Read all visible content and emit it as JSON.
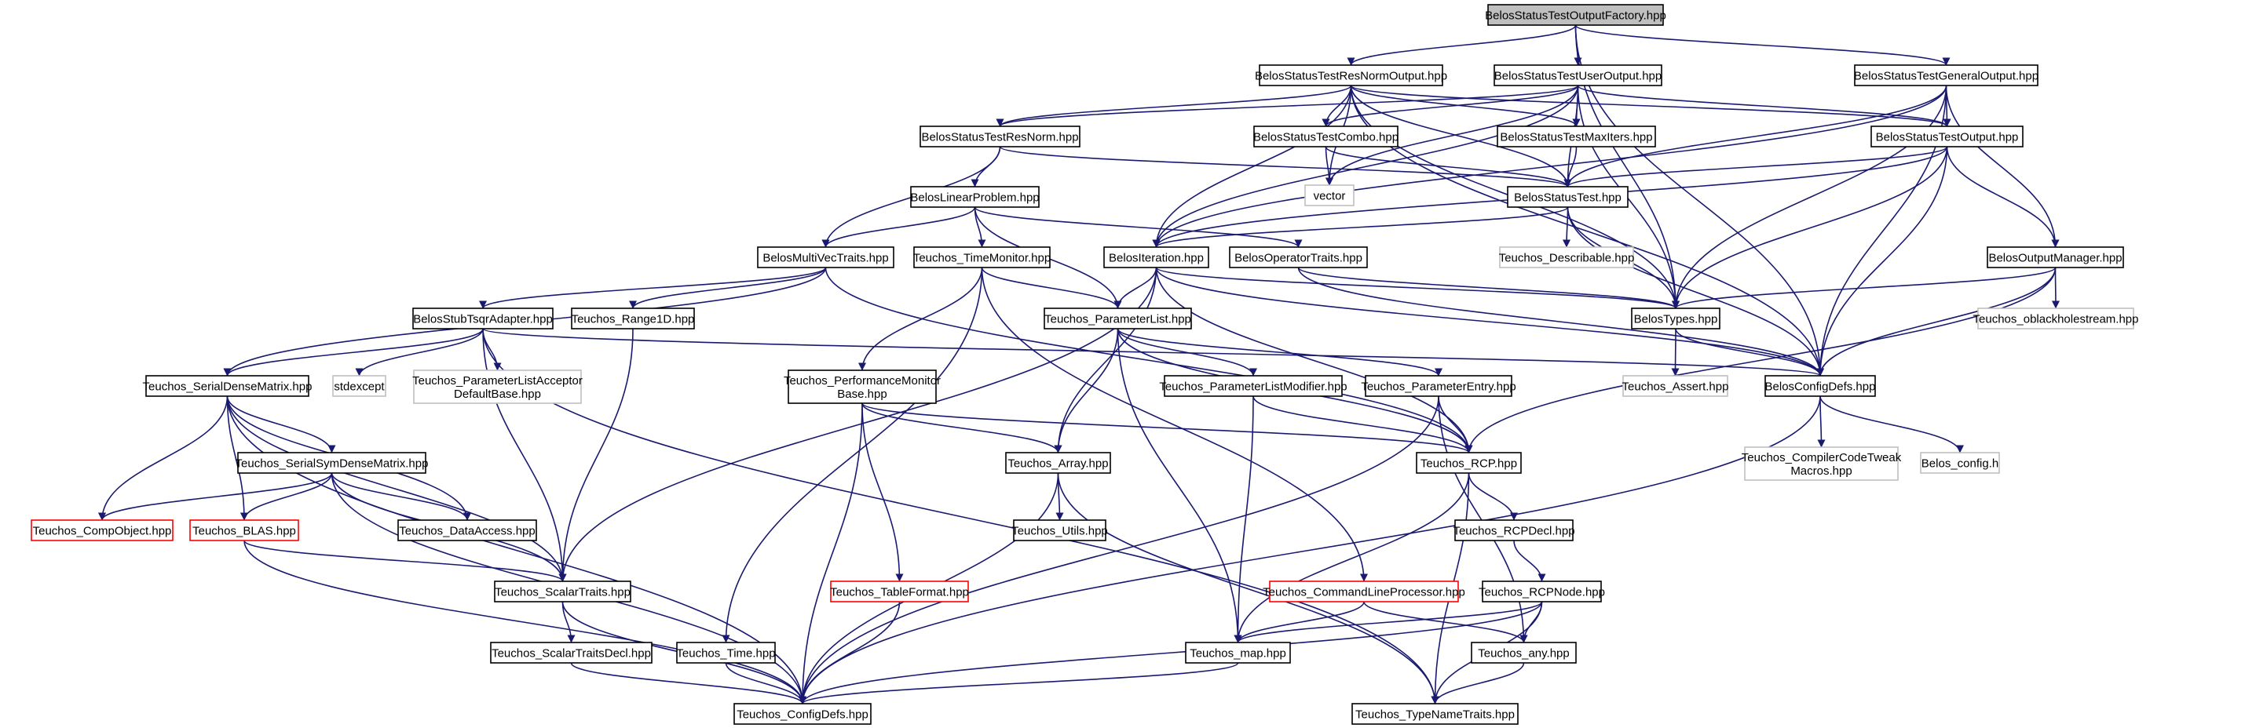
{
  "graph": {
    "colors": {
      "edge": "#191970",
      "root_fill": "#bfbfbf",
      "node_fill": "#ffffff",
      "external_border": "#bfbfbf",
      "incomplete_border": "#ff0000"
    },
    "nodes": [
      {
        "id": "root",
        "lines": [
          "BelosStatusTestOutputFactory.hpp"
        ],
        "style": "root"
      },
      {
        "id": "resnormout",
        "lines": [
          "BelosStatusTestResNormOutput.hpp"
        ],
        "style": "normal"
      },
      {
        "id": "userout",
        "lines": [
          "BelosStatusTestUserOutput.hpp"
        ],
        "style": "normal"
      },
      {
        "id": "generalout",
        "lines": [
          "BelosStatusTestGeneralOutput.hpp"
        ],
        "style": "normal"
      },
      {
        "id": "resnorm",
        "lines": [
          "BelosStatusTestResNorm.hpp"
        ],
        "style": "normal"
      },
      {
        "id": "combo",
        "lines": [
          "BelosStatusTestCombo.hpp"
        ],
        "style": "normal"
      },
      {
        "id": "maxiters",
        "lines": [
          "BelosStatusTestMaxIters.hpp"
        ],
        "style": "normal"
      },
      {
        "id": "stoutput",
        "lines": [
          "BelosStatusTestOutput.hpp"
        ],
        "style": "normal"
      },
      {
        "id": "vector",
        "lines": [
          "vector"
        ],
        "style": "external"
      },
      {
        "id": "linprob",
        "lines": [
          "BelosLinearProblem.hpp"
        ],
        "style": "normal"
      },
      {
        "id": "sttest",
        "lines": [
          "BelosStatusTest.hpp"
        ],
        "style": "normal"
      },
      {
        "id": "mvtraits",
        "lines": [
          "BelosMultiVecTraits.hpp"
        ],
        "style": "normal"
      },
      {
        "id": "timemon",
        "lines": [
          "Teuchos_TimeMonitor.hpp"
        ],
        "style": "normal"
      },
      {
        "id": "iteration",
        "lines": [
          "BelosIteration.hpp"
        ],
        "style": "normal"
      },
      {
        "id": "optraits",
        "lines": [
          "BelosOperatorTraits.hpp"
        ],
        "style": "normal"
      },
      {
        "id": "describable",
        "lines": [
          "Teuchos_Describable.hpp"
        ],
        "style": "external"
      },
      {
        "id": "outmgr",
        "lines": [
          "BelosOutputManager.hpp"
        ],
        "style": "normal"
      },
      {
        "id": "tsqr",
        "lines": [
          "BelosStubTsqrAdapter.hpp"
        ],
        "style": "normal"
      },
      {
        "id": "range1d",
        "lines": [
          "Teuchos_Range1D.hpp"
        ],
        "style": "normal"
      },
      {
        "id": "paramlist",
        "lines": [
          "Teuchos_ParameterList.hpp"
        ],
        "style": "normal"
      },
      {
        "id": "types",
        "lines": [
          "BelosTypes.hpp"
        ],
        "style": "normal"
      },
      {
        "id": "oblackhole",
        "lines": [
          "Teuchos_oblackholestream.hpp"
        ],
        "style": "external"
      },
      {
        "id": "serialdense",
        "lines": [
          "Teuchos_SerialDenseMatrix.hpp"
        ],
        "style": "normal"
      },
      {
        "id": "stdexcept",
        "lines": [
          "stdexcept"
        ],
        "style": "external"
      },
      {
        "id": "placcept",
        "lines": [
          "Teuchos_ParameterListAcceptor",
          "DefaultBase.hpp"
        ],
        "style": "external"
      },
      {
        "id": "perfmon",
        "lines": [
          "Teuchos_PerformanceMonitor",
          "Base.hpp"
        ],
        "style": "normal"
      },
      {
        "id": "plmod",
        "lines": [
          "Teuchos_ParameterListModifier.hpp"
        ],
        "style": "normal"
      },
      {
        "id": "pentry",
        "lines": [
          "Teuchos_ParameterEntry.hpp"
        ],
        "style": "normal"
      },
      {
        "id": "tassert",
        "lines": [
          "Teuchos_Assert.hpp"
        ],
        "style": "external"
      },
      {
        "id": "configdefs",
        "lines": [
          "BelosConfigDefs.hpp"
        ],
        "style": "normal"
      },
      {
        "id": "serialsym",
        "lines": [
          "Teuchos_SerialSymDenseMatrix.hpp"
        ],
        "style": "normal"
      },
      {
        "id": "array",
        "lines": [
          "Teuchos_Array.hpp"
        ],
        "style": "normal"
      },
      {
        "id": "rcp",
        "lines": [
          "Teuchos_RCP.hpp"
        ],
        "style": "normal"
      },
      {
        "id": "ccodetweak",
        "lines": [
          "Teuchos_CompilerCodeTweak",
          "Macros.hpp"
        ],
        "style": "external"
      },
      {
        "id": "belosconfig",
        "lines": [
          "Belos_config.h"
        ],
        "style": "external"
      },
      {
        "id": "compobj",
        "lines": [
          "Teuchos_CompObject.hpp"
        ],
        "style": "incomplete"
      },
      {
        "id": "blas",
        "lines": [
          "Teuchos_BLAS.hpp"
        ],
        "style": "incomplete"
      },
      {
        "id": "dataaccess",
        "lines": [
          "Teuchos_DataAccess.hpp"
        ],
        "style": "normal"
      },
      {
        "id": "utils",
        "lines": [
          "Teuchos_Utils.hpp"
        ],
        "style": "normal"
      },
      {
        "id": "rcpdecl",
        "lines": [
          "Teuchos_RCPDecl.hpp"
        ],
        "style": "normal"
      },
      {
        "id": "scalartraits",
        "lines": [
          "Teuchos_ScalarTraits.hpp"
        ],
        "style": "normal"
      },
      {
        "id": "tableformat",
        "lines": [
          "Teuchos_TableFormat.hpp"
        ],
        "style": "incomplete"
      },
      {
        "id": "cmdline",
        "lines": [
          "Teuchos_CommandLineProcessor.hpp"
        ],
        "style": "incomplete"
      },
      {
        "id": "rcpnode",
        "lines": [
          "Teuchos_RCPNode.hpp"
        ],
        "style": "normal"
      },
      {
        "id": "stdecl",
        "lines": [
          "Teuchos_ScalarTraitsDecl.hpp"
        ],
        "style": "normal"
      },
      {
        "id": "ttime",
        "lines": [
          "Teuchos_Time.hpp"
        ],
        "style": "normal"
      },
      {
        "id": "tmap",
        "lines": [
          "Teuchos_map.hpp"
        ],
        "style": "normal"
      },
      {
        "id": "tany",
        "lines": [
          "Teuchos_any.hpp"
        ],
        "style": "normal"
      },
      {
        "id": "tconfigdefs",
        "lines": [
          "Teuchos_ConfigDefs.hpp"
        ],
        "style": "normal"
      },
      {
        "id": "typename",
        "lines": [
          "Teuchos_TypeNameTraits.hpp"
        ],
        "style": "normal"
      }
    ],
    "edges": [
      [
        "root",
        "resnormout"
      ],
      [
        "root",
        "userout"
      ],
      [
        "root",
        "generalout"
      ],
      [
        "root",
        "types"
      ],
      [
        "root",
        "configdefs"
      ],
      [
        "resnormout",
        "resnorm"
      ],
      [
        "resnormout",
        "combo"
      ],
      [
        "resnormout",
        "maxiters"
      ],
      [
        "resnormout",
        "stoutput"
      ],
      [
        "resnormout",
        "sttest"
      ],
      [
        "resnormout",
        "iteration"
      ],
      [
        "resnormout",
        "types"
      ],
      [
        "resnormout",
        "configdefs"
      ],
      [
        "resnormout",
        "vector"
      ],
      [
        "userout",
        "resnorm"
      ],
      [
        "userout",
        "combo"
      ],
      [
        "userout",
        "maxiters"
      ],
      [
        "userout",
        "stoutput"
      ],
      [
        "userout",
        "sttest"
      ],
      [
        "userout",
        "iteration"
      ],
      [
        "userout",
        "types"
      ],
      [
        "userout",
        "vector"
      ],
      [
        "generalout",
        "stoutput"
      ],
      [
        "generalout",
        "sttest"
      ],
      [
        "generalout",
        "iteration"
      ],
      [
        "generalout",
        "outmgr"
      ],
      [
        "generalout",
        "types"
      ],
      [
        "generalout",
        "configdefs"
      ],
      [
        "resnorm",
        "linprob"
      ],
      [
        "resnorm",
        "mvtraits"
      ],
      [
        "resnorm",
        "sttest"
      ],
      [
        "combo",
        "vector"
      ],
      [
        "combo",
        "sttest"
      ],
      [
        "maxiters",
        "sttest"
      ],
      [
        "stoutput",
        "sttest"
      ],
      [
        "stoutput",
        "iteration"
      ],
      [
        "stoutput",
        "outmgr"
      ],
      [
        "stoutput",
        "types"
      ],
      [
        "stoutput",
        "configdefs"
      ],
      [
        "linprob",
        "mvtraits"
      ],
      [
        "linprob",
        "timemon"
      ],
      [
        "linprob",
        "optraits"
      ],
      [
        "linprob",
        "paramlist"
      ],
      [
        "sttest",
        "iteration"
      ],
      [
        "sttest",
        "describable"
      ],
      [
        "sttest",
        "types"
      ],
      [
        "sttest",
        "configdefs"
      ],
      [
        "mvtraits",
        "serialdense"
      ],
      [
        "mvtraits",
        "tsqr"
      ],
      [
        "mvtraits",
        "range1d"
      ],
      [
        "mvtraits",
        "rcp"
      ],
      [
        "timemon",
        "perfmon"
      ],
      [
        "timemon",
        "paramlist"
      ],
      [
        "timemon",
        "ttime"
      ],
      [
        "timemon",
        "cmdline"
      ],
      [
        "iteration",
        "paramlist"
      ],
      [
        "iteration",
        "types"
      ],
      [
        "iteration",
        "configdefs"
      ],
      [
        "iteration",
        "array"
      ],
      [
        "iteration",
        "rcp"
      ],
      [
        "iteration",
        "scalartraits"
      ],
      [
        "optraits",
        "types"
      ],
      [
        "optraits",
        "configdefs"
      ],
      [
        "outmgr",
        "types"
      ],
      [
        "outmgr",
        "oblackhole"
      ],
      [
        "outmgr",
        "configdefs"
      ],
      [
        "outmgr",
        "rcp"
      ],
      [
        "tsqr",
        "serialdense"
      ],
      [
        "tsqr",
        "stdexcept"
      ],
      [
        "tsqr",
        "placcept"
      ],
      [
        "tsqr",
        "configdefs"
      ],
      [
        "tsqr",
        "scalartraits"
      ],
      [
        "tsqr",
        "typename"
      ],
      [
        "range1d",
        "scalartraits"
      ],
      [
        "paramlist",
        "plmod"
      ],
      [
        "paramlist",
        "pentry"
      ],
      [
        "paramlist",
        "array"
      ],
      [
        "paramlist",
        "rcp"
      ],
      [
        "paramlist",
        "tmap"
      ],
      [
        "types",
        "tassert"
      ],
      [
        "types",
        "configdefs"
      ],
      [
        "serialdense",
        "serialsym"
      ],
      [
        "serialdense",
        "compobj"
      ],
      [
        "serialdense",
        "blas"
      ],
      [
        "serialdense",
        "dataaccess"
      ],
      [
        "serialdense",
        "scalartraits"
      ],
      [
        "serialdense",
        "tconfigdefs"
      ],
      [
        "perfmon",
        "array"
      ],
      [
        "perfmon",
        "rcp"
      ],
      [
        "perfmon",
        "tableformat"
      ],
      [
        "perfmon",
        "tconfigdefs"
      ],
      [
        "plmod",
        "rcp"
      ],
      [
        "plmod",
        "tmap"
      ],
      [
        "pentry",
        "rcp"
      ],
      [
        "pentry",
        "tany"
      ],
      [
        "pentry",
        "tconfigdefs"
      ],
      [
        "configdefs",
        "ccodetweak"
      ],
      [
        "configdefs",
        "belosconfig"
      ],
      [
        "configdefs",
        "tconfigdefs"
      ],
      [
        "serialsym",
        "compobj"
      ],
      [
        "serialsym",
        "blas"
      ],
      [
        "serialsym",
        "dataaccess"
      ],
      [
        "serialsym",
        "scalartraits"
      ],
      [
        "serialsym",
        "tconfigdefs"
      ],
      [
        "array",
        "utils"
      ],
      [
        "array",
        "tconfigdefs"
      ],
      [
        "array",
        "typename"
      ],
      [
        "rcp",
        "rcpdecl"
      ],
      [
        "rcp",
        "tmap"
      ],
      [
        "rcp",
        "typename"
      ],
      [
        "rcpdecl",
        "rcpnode"
      ],
      [
        "blas",
        "scalartraits"
      ],
      [
        "blas",
        "tconfigdefs"
      ],
      [
        "scalartraits",
        "stdecl"
      ],
      [
        "scalartraits",
        "tconfigdefs"
      ],
      [
        "tableformat",
        "tconfigdefs"
      ],
      [
        "cmdline",
        "tmap"
      ],
      [
        "cmdline",
        "tany"
      ],
      [
        "rcpnode",
        "tmap"
      ],
      [
        "rcpnode",
        "tany"
      ],
      [
        "rcpnode",
        "typename"
      ],
      [
        "rcpnode",
        "tconfigdefs"
      ],
      [
        "stdecl",
        "tconfigdefs"
      ],
      [
        "ttime",
        "tconfigdefs"
      ],
      [
        "tmap",
        "tconfigdefs"
      ],
      [
        "tany",
        "typename"
      ]
    ]
  }
}
